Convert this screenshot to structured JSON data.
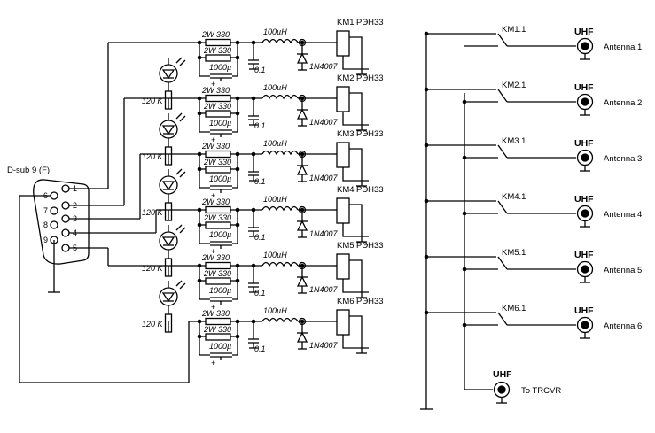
{
  "connector": {
    "label": "D-sub 9 (F)",
    "pins_inner": [
      "6",
      "7",
      "8",
      "9"
    ],
    "pins_outer": [
      "1",
      "2",
      "3",
      "4",
      "5"
    ]
  },
  "channels": [
    {
      "relay": "KM1",
      "relay_type": "РЭН33",
      "resistor_top": "2W  330",
      "resistor_bottom": "2W  330",
      "capacitor_electrolytic": "1000µ",
      "capacitor": "0.1",
      "inductor": "100µH",
      "diode": "1N4007",
      "led_resistor": "120 K"
    },
    {
      "relay": "KM2",
      "relay_type": "РЭН33",
      "resistor_top": "2W  330",
      "resistor_bottom": "2W  330",
      "capacitor_electrolytic": "1000µ",
      "capacitor": "0.1",
      "inductor": "100µH",
      "diode": "1N4007",
      "led_resistor": "120 K"
    },
    {
      "relay": "KM3",
      "relay_type": "РЭН33",
      "resistor_top": "2W  330",
      "resistor_bottom": "2W  330",
      "capacitor_electrolytic": "1000µ",
      "capacitor": "0.1",
      "inductor": "100µH",
      "diode": "1N4007",
      "led_resistor": "120 K"
    },
    {
      "relay": "KM4",
      "relay_type": "РЭН33",
      "resistor_top": "2W  330",
      "resistor_bottom": "2W  330",
      "capacitor_electrolytic": "1000µ",
      "capacitor": "0.1",
      "inductor": "100µH",
      "diode": "1N4007",
      "led_resistor": "120 K"
    },
    {
      "relay": "KM5",
      "relay_type": "РЭН33",
      "resistor_top": "2W  330",
      "resistor_bottom": "2W  330",
      "capacitor_electrolytic": "1000µ",
      "capacitor": "0.1",
      "inductor": "100µH",
      "diode": "1N4007",
      "led_resistor": "120 K"
    },
    {
      "relay": "KM6",
      "relay_type": "РЭН33",
      "resistor_top": "2W  330",
      "resistor_bottom": "2W  330",
      "capacitor_electrolytic": "1000µ",
      "capacitor": "0.1",
      "inductor": "100µH",
      "diode": "1N4007"
    }
  ],
  "switches": [
    {
      "contact": "KM1.1",
      "connector": "UHF",
      "antenna": "Antenna 1"
    },
    {
      "contact": "KM2.1",
      "connector": "UHF",
      "antenna": "Antenna 2"
    },
    {
      "contact": "KM3.1",
      "connector": "UHF",
      "antenna": "Antenna 3"
    },
    {
      "contact": "KM4.1",
      "connector": "UHF",
      "antenna": "Antenna 4"
    },
    {
      "contact": "KM5.1",
      "connector": "UHF",
      "antenna": "Antenna 5"
    },
    {
      "contact": "KM6.1",
      "connector": "UHF",
      "antenna": "Antenna 6"
    }
  ],
  "transceiver": {
    "connector": "UHF",
    "label": "To TRCVR"
  }
}
